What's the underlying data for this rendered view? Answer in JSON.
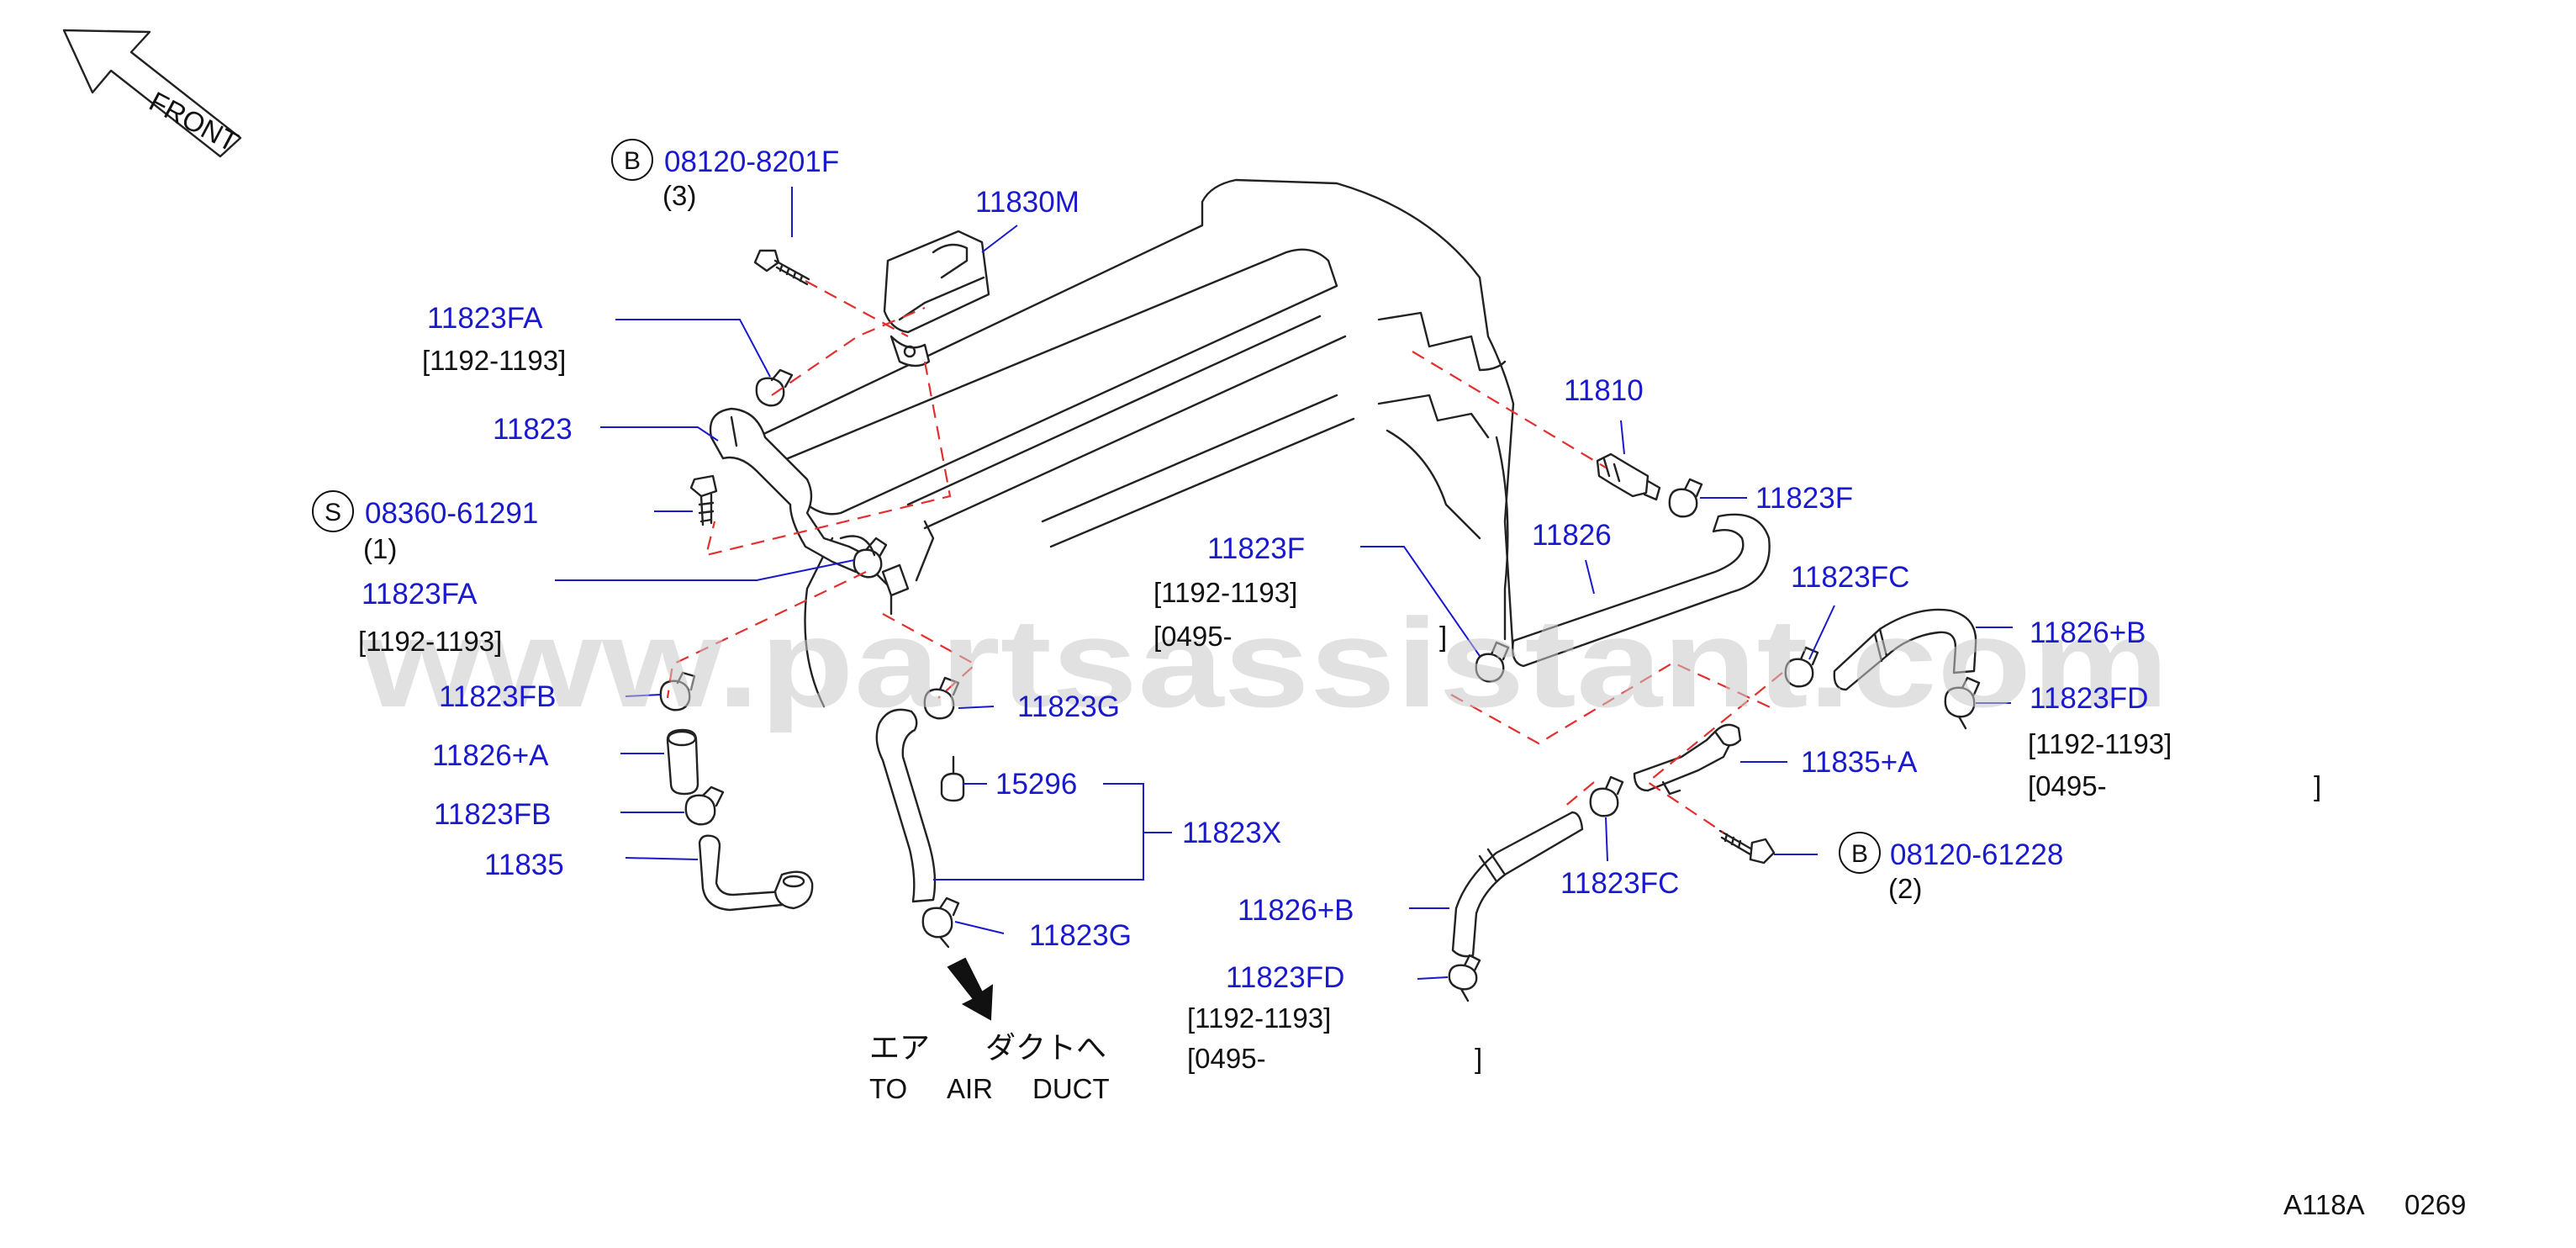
{
  "front_label": "FRONT",
  "watermark": "www.partsassistant.com",
  "callouts": {
    "bolt_b_top": {
      "badge": "B",
      "part": "08120-8201F",
      "qty": "(3)"
    },
    "p11830M": {
      "part": "11830M"
    },
    "p11823FA_top": {
      "part": "11823FA",
      "note": "[1192-1193]"
    },
    "p11823": {
      "part": "11823"
    },
    "bolt_s": {
      "badge": "S",
      "part": "08360-61291",
      "qty": "(1)"
    },
    "p11823FA_mid": {
      "part": "11823FA",
      "note": "[1192-1193]"
    },
    "p11823FB_top": {
      "part": "11823FB"
    },
    "p11826A": {
      "part": "11826+A"
    },
    "p11823FB_bot": {
      "part": "11823FB"
    },
    "p11835": {
      "part": "11835"
    },
    "p11823G_top": {
      "part": "11823G"
    },
    "p15296": {
      "part": "15296"
    },
    "p11823X": {
      "part": "11823X"
    },
    "p11823G_bot": {
      "part": "11823G"
    },
    "p11810": {
      "part": "11810"
    },
    "p11823F_right": {
      "part": "11823F"
    },
    "p11826": {
      "part": "11826"
    },
    "p11823F_left": {
      "part": "11823F",
      "note1": "[1192-1193]",
      "note2": "[0495-",
      "note2_end": "]"
    },
    "p11823FC_top": {
      "part": "11823FC"
    },
    "p11826B_top": {
      "part": "11826+B"
    },
    "p11823FD_right": {
      "part": "11823FD",
      "note1": "[1192-1193]",
      "note2": "[0495-",
      "note2_end": "]"
    },
    "p11835A": {
      "part": "11835+A"
    },
    "bolt_b_right": {
      "badge": "B",
      "part": "08120-61228",
      "qty": "(2)"
    },
    "p11823FC_bot": {
      "part": "11823FC"
    },
    "p11826B_bot": {
      "part": "11826+B"
    },
    "p11823FD_bot": {
      "part": "11823FD",
      "note1": "[1192-1193]",
      "note2": "[0495-",
      "note2_end": "]"
    }
  },
  "air_duct": {
    "jp_left": "エア",
    "jp_right": "ダクトへ",
    "en_to": "TO",
    "en_air": "AIR",
    "en_duct": "DUCT"
  },
  "diagram_code": {
    "left": "A118A",
    "right": "0269"
  },
  "colors": {
    "part_number": "#1a1acc",
    "dashed_line": "#e23030",
    "line_art": "#222222"
  }
}
